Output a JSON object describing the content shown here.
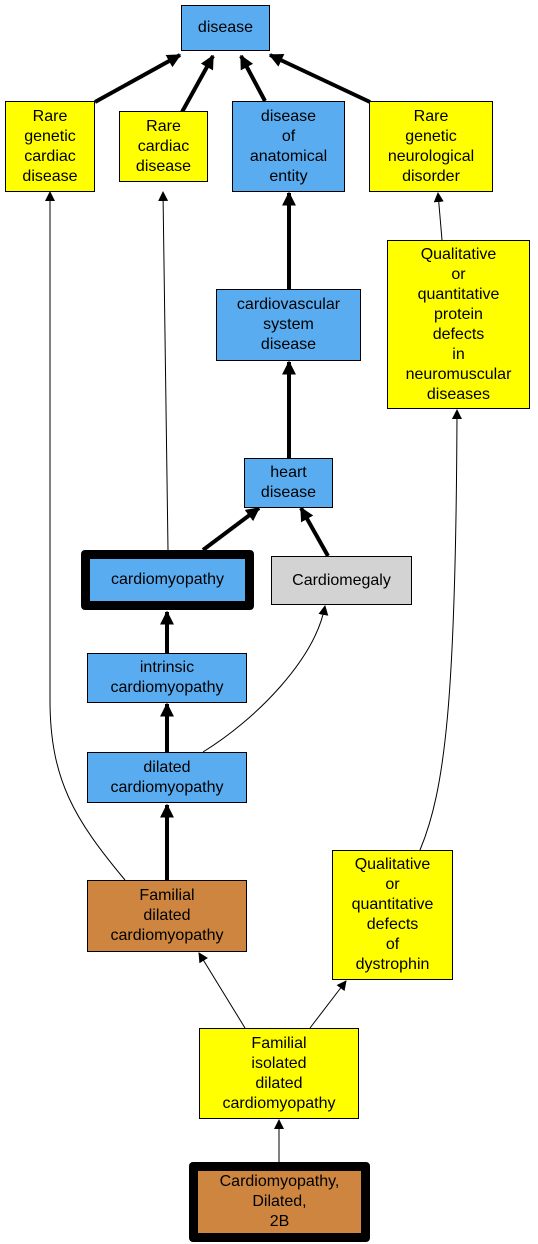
{
  "colors": {
    "disease_class": "#5aacf0",
    "orphanet_group": "#ffff00",
    "phenotype": "#d3d3d3",
    "disorder": "#cd853f",
    "edge": "#000000"
  },
  "nodes": {
    "disease": {
      "label": "disease",
      "color": "#5aacf0"
    },
    "rare_genetic_cardiac_disease": {
      "label": "Rare\ngenetic\ncardiac\ndisease",
      "color": "#ffff00"
    },
    "rare_cardiac_disease": {
      "label": "Rare\ncardiac\ndisease",
      "color": "#ffff00"
    },
    "disease_of_anatomical_entity": {
      "label": "disease\nof\nanatomical\nentity",
      "color": "#5aacf0"
    },
    "rare_genetic_neurological_disorder": {
      "label": "Rare\ngenetic\nneurological\ndisorder",
      "color": "#ffff00"
    },
    "qualitative_protein_defects": {
      "label": "Qualitative\nor\nquantitative\nprotein\ndefects\nin\nneuromuscular\ndiseases",
      "color": "#ffff00"
    },
    "cardiovascular_system_disease": {
      "label": "cardiovascular\nsystem\ndisease",
      "color": "#5aacf0"
    },
    "heart_disease": {
      "label": "heart\ndisease",
      "color": "#5aacf0"
    },
    "cardiomyopathy": {
      "label": "cardiomyopathy",
      "color": "#5aacf0"
    },
    "cardiomegaly": {
      "label": "Cardiomegaly",
      "color": "#d3d3d3"
    },
    "intrinsic_cardiomyopathy": {
      "label": "intrinsic\ncardiomyopathy",
      "color": "#5aacf0"
    },
    "dilated_cardiomyopathy": {
      "label": "dilated\ncardiomyopathy",
      "color": "#5aacf0"
    },
    "familial_dilated_cardiomyopathy": {
      "label": "Familial\ndilated\ncardiomyopathy",
      "color": "#cd853f"
    },
    "qualitative_defects_dystrophin": {
      "label": "Qualitative\nor\nquantitative\ndefects\nof\ndystrophin",
      "color": "#ffff00"
    },
    "familial_isolated_dcm": {
      "label": "Familial\nisolated\ndilated\ncardiomyopathy",
      "color": "#ffff00"
    },
    "cmd_2b": {
      "label": "Cardiomyopathy,\nDilated,\n2B",
      "color": "#cd853f"
    }
  }
}
